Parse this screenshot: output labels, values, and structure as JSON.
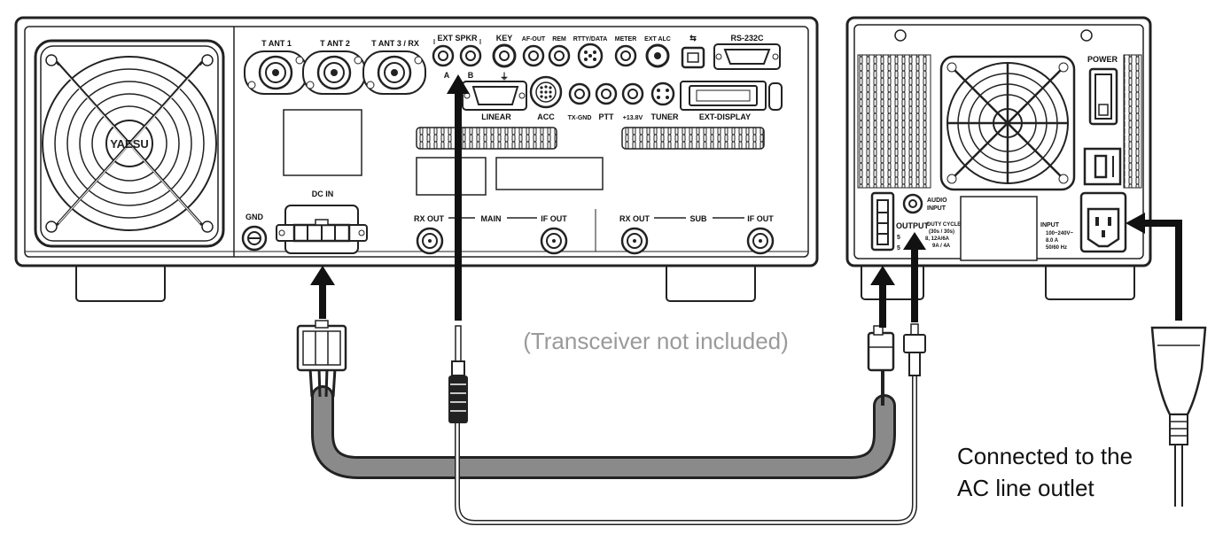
{
  "transceiver": {
    "brand": "YAESU",
    "connectors": {
      "t_ant_1": "T ANT 1",
      "t_ant_2": "T ANT 2",
      "t_ant_3": "T ANT 3 / RX",
      "ext_spkr": "EXT SPKR",
      "ext_spkr_a": "A",
      "ext_spkr_b": "B",
      "key": "KEY",
      "af_out": "AF-OUT",
      "rem": "REM",
      "rtty_data": "RTTY/DATA",
      "meter": "METER",
      "ext_alc": "EXT ALC",
      "usb": "⇆",
      "rs232c": "RS-232C",
      "linear": "LINEAR",
      "acc": "ACC",
      "tx_gnd": "TX-GND",
      "ptt": "PTT",
      "plus_13_8v": "+13.8V",
      "tuner": "TUNER",
      "ext_display": "EXT-DISPLAY",
      "dc_in": "DC IN",
      "gnd": "GND",
      "main_rx_out": "RX OUT",
      "main": "MAIN",
      "main_if_out": "IF OUT",
      "sub_rx_out": "RX OUT",
      "sub": "SUB",
      "sub_if_out": "IF OUT"
    }
  },
  "power_supply": {
    "power": "POWER",
    "output": "OUTPUT",
    "output_rating_a": "5",
    "output_rating_b": "5",
    "audio_input_1": "AUDIO",
    "audio_input_2": "INPUT",
    "duty_cycle": [
      "DUTY CYCLE",
      "(30s / 30s)",
      "8, 12A/6A",
      "9A / 4A"
    ],
    "input": [
      "INPUT",
      "100~240V~",
      "8.0 A",
      "50/60 Hz"
    ]
  },
  "captions": {
    "not_included": "(Transceiver not included)",
    "ac_line_1": "Connected to the",
    "ac_line_2": "AC line outlet"
  }
}
